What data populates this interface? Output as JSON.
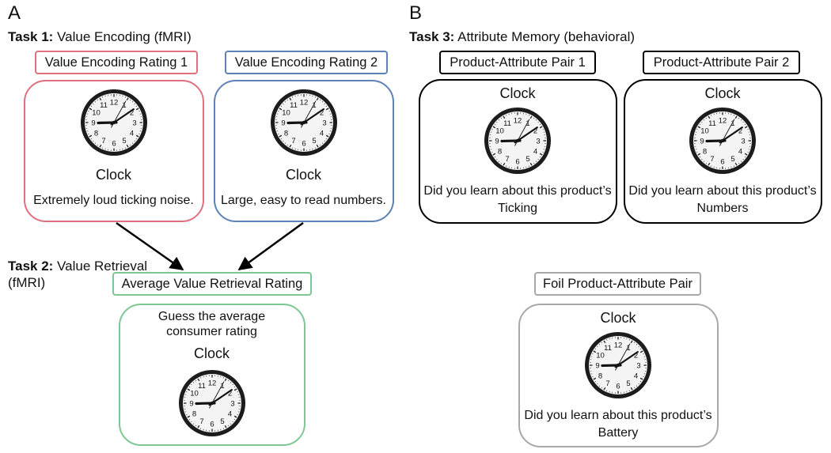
{
  "panel_a": {
    "letter": "A",
    "task1": {
      "bold": "Task 1:",
      "rest": " Value Encoding (fMRI)"
    },
    "rating1": {
      "label": "Value Encoding Rating 1",
      "product": "Clock",
      "attribute": "Extremely loud ticking noise.",
      "color": "#e0707f"
    },
    "rating2": {
      "label": "Value Encoding Rating 2",
      "product": "Clock",
      "attribute": "Large, easy to read numbers.",
      "color": "#5d82b8"
    },
    "task2": {
      "bold": "Task 2:",
      "rest": " Value Retrieval",
      "line2": "(fMRI)"
    },
    "retrieval": {
      "label": "Average Value Retrieval Rating",
      "prompt_line1": "Guess the average",
      "prompt_line2": "consumer rating",
      "product": "Clock",
      "color": "#7cc793"
    }
  },
  "panel_b": {
    "letter": "B",
    "task3": {
      "bold": "Task 3:",
      "rest": " Attribute Memory (behavioral)"
    },
    "pair1": {
      "label": "Product-Attribute Pair 1",
      "product": "Clock",
      "question": "Did you learn about this product’s",
      "attribute": "Ticking",
      "color": "#000000"
    },
    "pair2": {
      "label": "Product-Attribute Pair 2",
      "product": "Clock",
      "question": "Did you learn about this product’s",
      "attribute": "Numbers",
      "color": "#000000"
    },
    "foil": {
      "label": "Foil Product-Attribute Pair",
      "product": "Clock",
      "question": "Did you learn about this product’s",
      "attribute": "Battery",
      "color": "#a8a8a8"
    }
  },
  "clock_numerals": [
    "12",
    "1",
    "2",
    "3",
    "4",
    "5",
    "6",
    "7",
    "8",
    "9",
    "10",
    "11"
  ],
  "clock_icon": "wall-clock-icon"
}
